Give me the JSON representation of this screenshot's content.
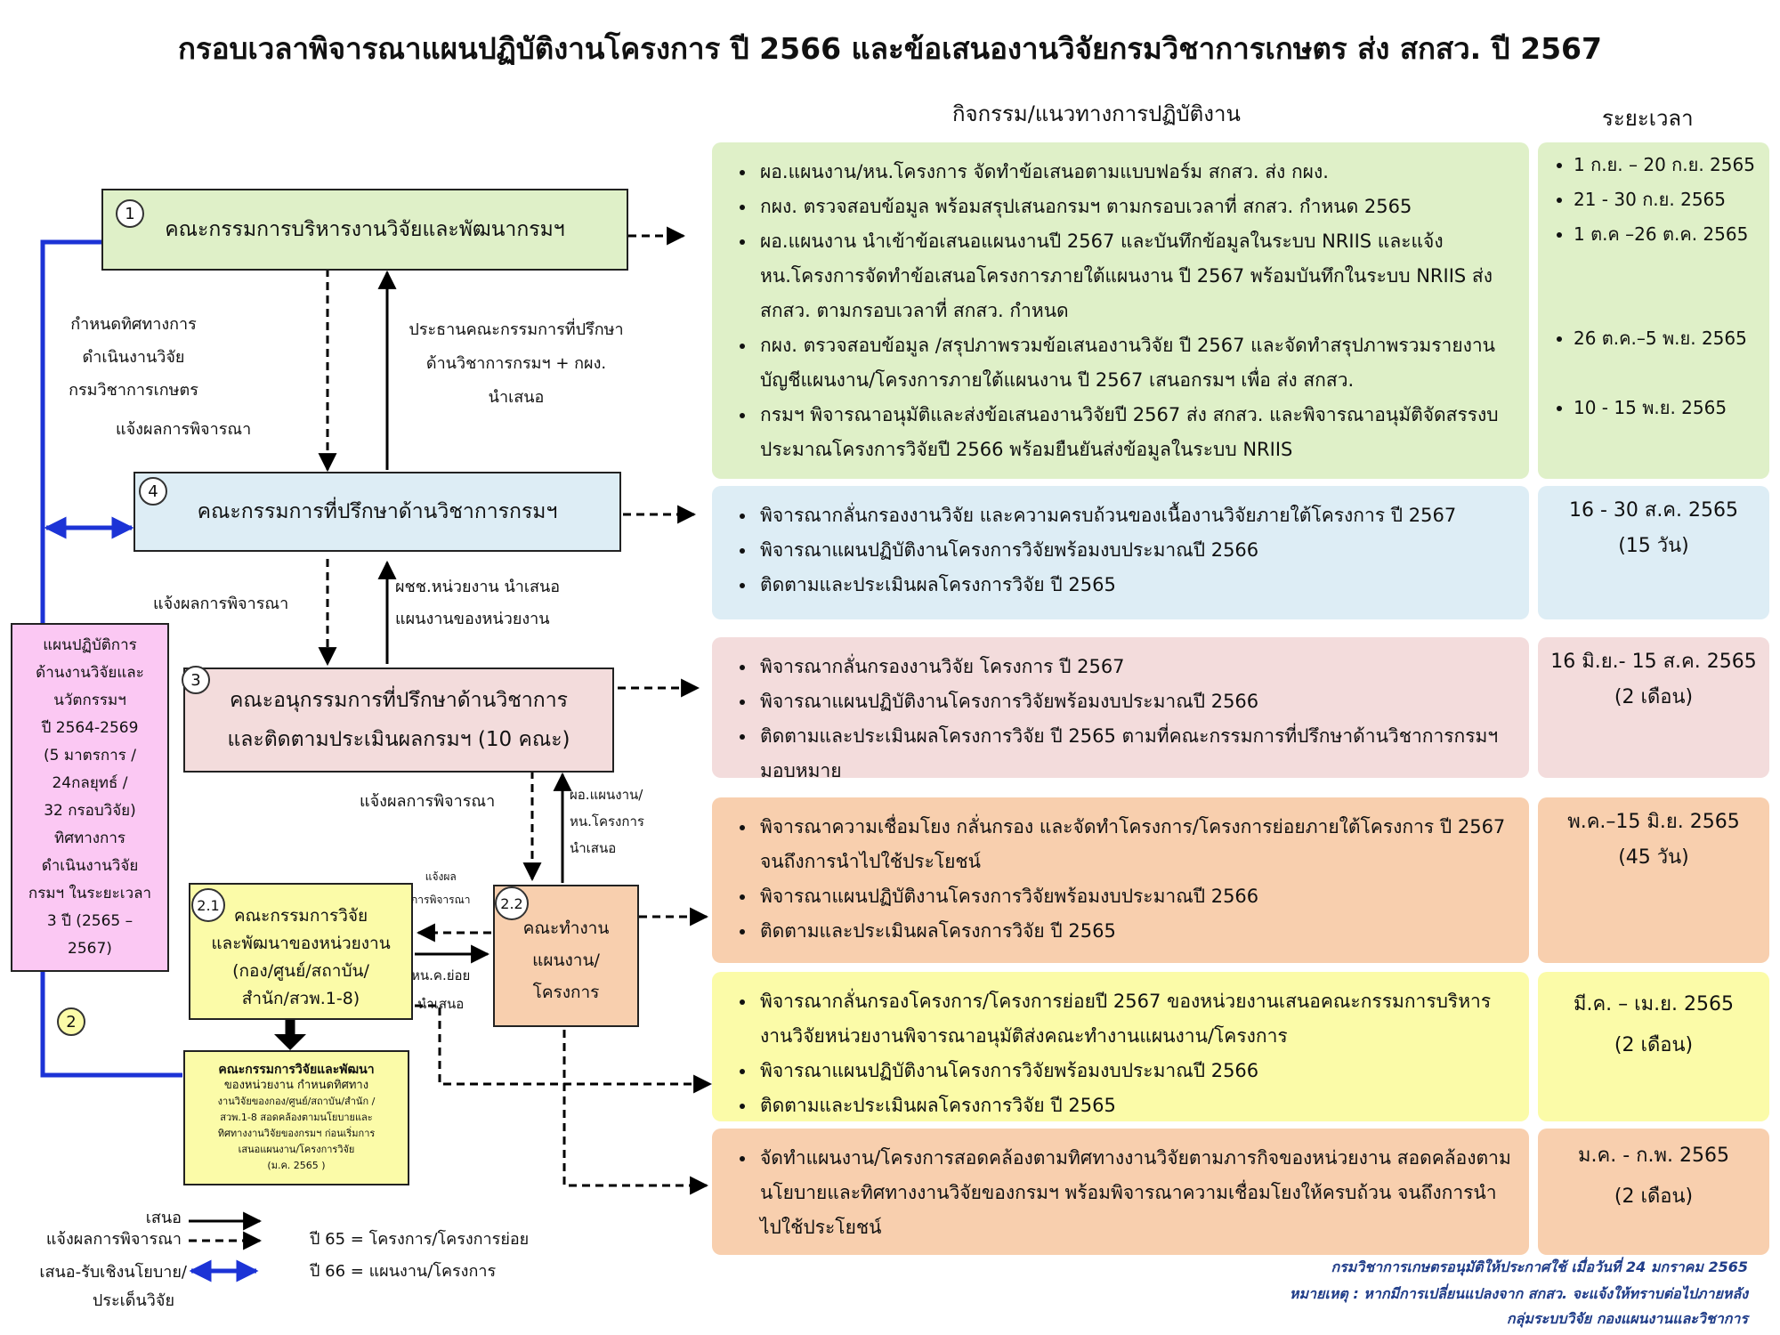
{
  "title": "กรอบเวลาพิจารณาแผนปฏิบัติงานโครงการ ปี 2566 และข้อเสนองานวิจัยกรมวิชาการเกษตร ส่ง สกสว. ปี 2567",
  "headers": {
    "activities": "กิจกรรม/แนวทางการปฏิบัติงาน",
    "duration": "ระยะเวลา"
  },
  "colors": {
    "green": "#dff0c8",
    "blue": "#ddedf5",
    "pink": "#f3dcdc",
    "orange": "#f8cfae",
    "yellow": "#fbfba8",
    "magenta": "#fbc8f3",
    "flow_blue": "#1c33d6"
  },
  "nodes": {
    "n1": {
      "num": "1",
      "label": "คณะกรรมการบริหารงานวิจัยและพัฒนากรมฯ"
    },
    "n4": {
      "num": "4",
      "label": "คณะกรรมการที่ปรึกษาด้านวิชาการกรมฯ"
    },
    "n3": {
      "num": "3",
      "line1": "คณะอนุกรรมการที่ปรึกษาด้านวิชาการ",
      "line2": "และติดตามประเมินผลกรมฯ (10 คณะ)"
    },
    "n21": {
      "num": "2.1",
      "line1": "คณะกรรมการวิจัย",
      "line2": "และพัฒนาของหน่วยงาน",
      "line3": "(กอง/ศูนย์/สถาบัน/",
      "line4": "สำนัก/สวพ.1-8)"
    },
    "n22": {
      "num": "2.2",
      "line1": "คณะทำงาน",
      "line2": "แผนงาน/",
      "line3": "โครงการ"
    },
    "n2": {
      "num": "2"
    },
    "n2box": {
      "line1": "คณะกรรมการวิจัยและพัฒนา",
      "line2": "ของหน่วยงาน กำหนดทิศทาง",
      "line3": "งานวิจัยของกอง/ศูนย์/สถาบัน/สำนัก /",
      "line4": "สวพ.1-8 สอดคล้องตามนโยบายและ",
      "line5": "ทิศทางงานวิจัยของกรมฯ ก่อนเริ่มการ",
      "line6": "เสนอแผนงาน/โครงการวิจัย",
      "line7": "(ม.ค. 2565 )"
    },
    "plan": {
      "lines": [
        "แผนปฏิบัติการ",
        "ด้านงานวิจัยและ",
        "นวัตกรรมฯ",
        "ปี 2564-2569",
        "(5 มาตรการ /",
        "24กลยุทธ์ /",
        "32 กรอบวิจัย)",
        "ทิศทางการ",
        "ดำเนินงานวิจัย",
        "กรมฯ ในระยะเวลา",
        "3 ปี  (2565 –",
        "2567)"
      ]
    }
  },
  "labels": {
    "direction": [
      "กำหนดทิศทางการ",
      "ดำเนินงานวิจัย",
      "กรมวิชาการเกษตร"
    ],
    "notify_1": "แจ้งผลการพิจารณา",
    "chair": [
      "ประธานคณะกรรมการที่ปรึกษา",
      "ด้านวิชาการกรมฯ + กผง.",
      "นำเสนอ"
    ],
    "notify_2": "แจ้งผลการพิจารณา",
    "director": [
      "ผชช.หน่วยงาน นำเสนอ",
      "แผนงานของหน่วยงาน"
    ],
    "notify_3": "แจ้งผลการพิจารณา",
    "planlead": [
      "ผอ.แผนงาน/",
      "หน.โครงการ",
      "นำเสนอ"
    ],
    "notify_small": [
      "แจ้งผล",
      "การพิจารณา"
    ],
    "unit_head": [
      "หน.ค.ย่อย",
      "นำเสนอ"
    ]
  },
  "panels": {
    "p1": {
      "items": [
        "ผอ.แผนงาน/หน.โครงการ จัดทำข้อเสนอตามแบบฟอร์ม สกสว. ส่ง กผง.",
        "กผง. ตรวจสอบข้อมูล พร้อมสรุปเสนอกรมฯ ตามกรอบเวลาที่ สกสว. กำหนด 2565",
        "ผอ.แผนงาน นำเข้าข้อเสนอแผนงานปี 2567 และบันทึกข้อมูลในระบบ NRIIS และแจ้ง หน.โครงการจัดทำข้อเสนอโครงการภายใต้แผนงาน ปี 2567 พร้อมบันทึกในระบบ NRIIS ส่ง สกสว. ตามกรอบเวลาที่ สกสว. กำหนด",
        "กผง. ตรวจสอบข้อมูล /สรุปภาพรวมข้อเสนองานวิจัย ปี 2567 และจัดทำสรุปภาพรวมรายงานบัญชีแผนงาน/โครงการภายใต้แผนงาน ปี 2567 เสนอกรมฯ เพื่อ ส่ง สกสว.",
        "กรมฯ พิจารณาอนุมัติและส่งข้อเสนองานวิจัยปี 2567 ส่ง สกสว. และพิจารณาอนุมัติจัดสรรงบประมาณโครงการวิจัยปี 2566 พร้อมยืนยันส่งข้อมูลในระบบ NRIIS"
      ],
      "times": [
        "1 ก.ย. – 20 ก.ย. 2565",
        "21  - 30 ก.ย. 2565",
        "1 ต.ค –26 ต.ค. 2565",
        "26 ต.ค.–5 พ.ย. 2565",
        "10 - 15 พ.ย. 2565"
      ]
    },
    "p4": {
      "items": [
        "พิจารณากลั่นกรองงานวิจัย และความครบถ้วนของเนื้องานวิจัยภายใต้โครงการ ปี 2567",
        "พิจารณาแผนปฏิบัติงานโครงการวิจัยพร้อมงบประมาณปี 2566",
        "ติดตามและประเมินผลโครงการวิจัย  ปี 2565"
      ],
      "time1": "16  - 30 ส.ค. 2565",
      "time2": "(15 วัน)"
    },
    "p3": {
      "items": [
        "พิจารณากลั่นกรองงานวิจัย โครงการ ปี 2567",
        "พิจารณาแผนปฏิบัติงานโครงการวิจัยพร้อมงบประมาณปี 2566",
        "ติดตามและประเมินผลโครงการวิจัย ปี 2565 ตามที่คณะกรรมการที่ปรึกษาด้านวิชาการกรมฯ มอบหมาย"
      ],
      "time1": "16 มิ.ย.- 15 ส.ค. 2565",
      "time2": "(2 เดือน)"
    },
    "p22": {
      "items": [
        "พิจารณาความเชื่อมโยง กลั่นกรอง และจัดทำโครงการ/โครงการย่อยภายใต้โครงการ ปี 2567 จนถึงการนำไปใช้ประโยชน์",
        "พิจารณาแผนปฏิบัติงานโครงการวิจัยพร้อมงบประมาณปี 2566",
        "ติดตามและประเมินผลโครงการวิจัย  ปี 2565"
      ],
      "time1": "พ.ค.–15 มิ.ย. 2565",
      "time2": "(45 วัน)"
    },
    "p21": {
      "items": [
        "พิจารณากลั่นกรองโครงการ/โครงการย่อยปี 2567 ของหน่วยงานเสนอคณะกรรมการบริหารงานวิจัยหน่วยงานพิจารณาอนุมัติส่งคณะทำงานแผนงาน/โครงการ",
        "พิจารณาแผนปฏิบัติงานโครงการวิจัยพร้อมงบประมาณปี 2566",
        "ติดตามและประเมินผลโครงการวิจัย  ปี 2565"
      ],
      "time1": "มี.ค. – เม.ย. 2565",
      "time2": "(2 เดือน)"
    },
    "p2": {
      "items": [
        "จัดทำแผนงาน/โครงการสอดคล้องตามทิศทางงานวิจัยตามภารกิจของหน่วยงาน สอดคล้องตามนโยบายและทิศทางงานวิจัยของกรมฯ พร้อมพิจารณาความเชื่อมโยงให้ครบถ้วน จนถึงการนำไปใช้ประโยชน์"
      ],
      "time1": "ม.ค. - ก.พ. 2565",
      "time2": "(2 เดือน)"
    }
  },
  "legend": {
    "propose": "เสนอ",
    "notify": "แจ้งผลการพิจารณา",
    "policy1": "เสนอ-รับเชิงนโยบาย/",
    "policy2": "ประเด็นวิจัย",
    "y65": "ปี 65 = โครงการ/โครงการย่อย",
    "y66": "ปี 66 = แผนงาน/โครงการ"
  },
  "footer": {
    "line1": "กรมวิชาการเกษตรอนุมัติให้ประกาศใช้ เมื่อวันที่ 24 มกราคม 2565",
    "line2": "หมายเหตุ : หากมีการเปลี่ยนแปลงจาก สกสว. จะแจ้งให้ทราบต่อไปภายหลัง",
    "line3": "กลุ่มระบบวิจัย กองแผนงานและวิชาการ"
  }
}
